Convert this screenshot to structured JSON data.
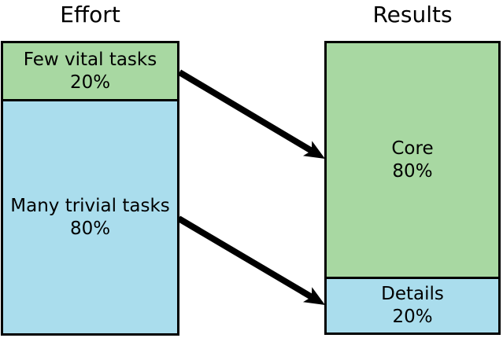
{
  "effort": {
    "title": "Effort",
    "segments": [
      {
        "label": "Few vital tasks",
        "value": "20%",
        "color": "#a8d8a2"
      },
      {
        "label": "Many trivial tasks",
        "value": "80%",
        "color": "#aadded"
      }
    ]
  },
  "results": {
    "title": "Results",
    "segments": [
      {
        "label": "Core",
        "value": "80%",
        "color": "#a8d8a2"
      },
      {
        "label": "Details",
        "value": "20%",
        "color": "#aadded"
      }
    ]
  },
  "arrows": [
    {
      "from": "Few vital tasks 20%",
      "to": "Core 80%"
    },
    {
      "from": "Many trivial tasks 80%",
      "to": "Details 20%"
    }
  ],
  "colors": {
    "vital_green": "#a8d8a2",
    "trivial_blue": "#aadded",
    "outline": "#000000",
    "arrow": "#000000",
    "background": "#ffffff"
  }
}
